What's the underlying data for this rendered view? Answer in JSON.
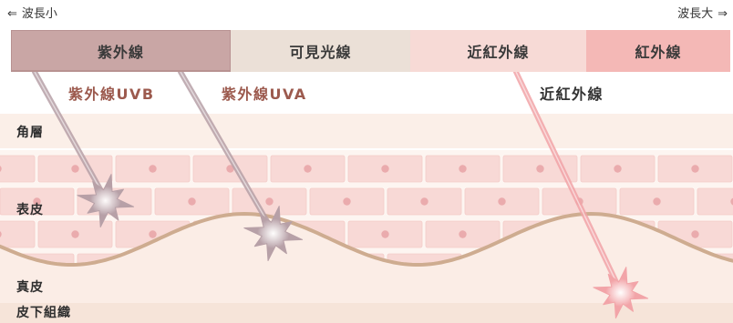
{
  "wavelength": {
    "short": {
      "arrow": "⇐",
      "label": "波長小"
    },
    "long": {
      "label": "波長大",
      "arrow": "⇒"
    }
  },
  "spectrum": [
    {
      "label": "紫外線",
      "color": "#c9a6a5"
    },
    {
      "label": "可見光線",
      "color": "#ebe0d7"
    },
    {
      "label": "近紅外線",
      "color": "#f7dad6"
    },
    {
      "label": "紅外線",
      "color": "#f4b8b6"
    }
  ],
  "rays": [
    {
      "label": "紫外線UVB",
      "label_color": "#9c5a4e",
      "color": "#b7a0a7"
    },
    {
      "label": "紫外線UVA",
      "label_color": "#9c5a4e",
      "color": "#b7a0a7"
    },
    {
      "label": "近紅外線",
      "label_color": "#333333",
      "color": "#f2a4a8"
    }
  ],
  "skin_layers": [
    {
      "label": "角層",
      "color": "#fbefe8"
    },
    {
      "label": "表皮",
      "color": "#fdf5f1"
    },
    {
      "label": "真皮",
      "color": "#fbede6"
    },
    {
      "label": "皮下組織",
      "color": "#f6e4d9"
    }
  ],
  "epidermal_cells": {
    "color": "#f8d9d6",
    "nucleus_color": "#eaabad"
  },
  "dermal_boundary_color": "#ceac90"
}
